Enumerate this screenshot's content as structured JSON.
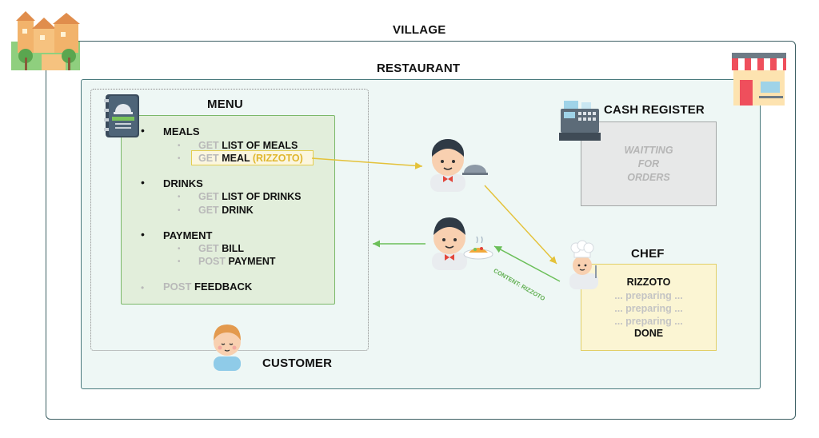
{
  "village": {
    "label": "VILLAGE"
  },
  "restaurant": {
    "label": "RESTAURANT"
  },
  "customer": {
    "label": "CUSTOMER"
  },
  "menu": {
    "title": "MENU",
    "sections": [
      {
        "label": "MEALS",
        "items": [
          {
            "verb": "GET",
            "noun": "LIST OF MEALS"
          },
          {
            "verb": "GET",
            "noun": "MEAL",
            "param": "(RIZZOTO)"
          }
        ]
      },
      {
        "label": "DRINKS",
        "items": [
          {
            "verb": "GET",
            "noun": "LIST OF DRINKS"
          },
          {
            "verb": "GET",
            "noun": "DRINK"
          }
        ]
      },
      {
        "label": "PAYMENT",
        "items": [
          {
            "verb": "GET",
            "noun": "BILL"
          },
          {
            "verb": "POST",
            "noun": "PAYMENT"
          }
        ]
      }
    ],
    "feedback": {
      "verb": "POST",
      "noun": "FEEDBACK"
    }
  },
  "cash_register": {
    "title": "CASH REGISTER",
    "status_lines": [
      "WAITTING",
      "FOR",
      "ORDERS"
    ]
  },
  "chef": {
    "title": "CHEF",
    "dish": "RIZZOTO",
    "progress_lines": [
      "... preparing ...",
      "... preparing ...",
      "... preparing ..."
    ],
    "done": "DONE"
  },
  "arrows": {
    "response_label": "CONTENT: RIZZOTO"
  },
  "colors": {
    "request_arrow": "#e4c23a",
    "response_arrow": "#6bbf59",
    "param_text": "#e0b72f",
    "verb_text": "#b9b9b9"
  },
  "icons": [
    "village-icon",
    "shop-icon",
    "menu-book-icon",
    "cash-register-icon",
    "waiter-icon",
    "chef-icon",
    "customer-icon"
  ]
}
